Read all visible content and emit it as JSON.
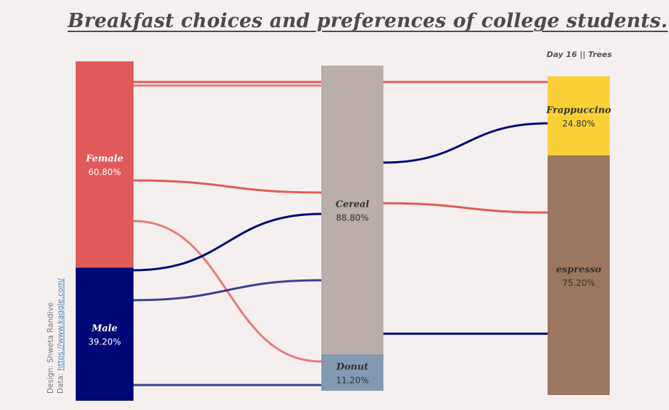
{
  "title": "Breakfast choices and preferences of college students.",
  "subtitle": "Day 16 || Trees",
  "credits": {
    "design_prefix": "Design: ",
    "designer": "Shweta Randive",
    "data_prefix": "Data: ",
    "data_link": "https://www.kaggle.com/"
  },
  "chart_data": {
    "type": "sankey",
    "nodes": [
      {
        "id": "female",
        "label": "Female",
        "value_label": "60.80%",
        "value": 60.8,
        "column": 0,
        "color": "#e05a5a",
        "text_color": "#ffffff"
      },
      {
        "id": "male",
        "label": "Male",
        "value_label": "39.20%",
        "value": 39.2,
        "column": 0,
        "color": "#000877",
        "text_color": "#ffffff"
      },
      {
        "id": "cereal",
        "label": "Cereal",
        "value_label": "88.80%",
        "value": 88.8,
        "column": 1,
        "color": "#b9aea9",
        "text_color": "#333333"
      },
      {
        "id": "donut",
        "label": "Donut",
        "value_label": "11.20%",
        "value": 11.2,
        "column": 1,
        "color": "#8299b0",
        "text_color": "#333333"
      },
      {
        "id": "frappuccino",
        "label": "Frappuccino",
        "value_label": "24.80%",
        "value": 24.8,
        "column": 2,
        "color": "#f9d136",
        "text_color": "#333333"
      },
      {
        "id": "espresso",
        "label": "espresso",
        "value_label": "75.20%",
        "value": 75.2,
        "column": 2,
        "color": "#9c7660",
        "text_color": "#333333"
      }
    ],
    "links": [
      {
        "source": "female",
        "target": "cereal",
        "color": "#e05a5a"
      },
      {
        "source": "female",
        "target": "cereal",
        "color": "#e87a7a"
      },
      {
        "source": "female",
        "target": "cereal",
        "color": "#e05a5a"
      },
      {
        "source": "female",
        "target": "donut",
        "color": "#e87a7a"
      },
      {
        "source": "male",
        "target": "cereal",
        "color": "#000877"
      },
      {
        "source": "male",
        "target": "cereal",
        "color": "#3a3f96"
      },
      {
        "source": "male",
        "target": "donut",
        "color": "#3a3f96"
      },
      {
        "source": "cereal",
        "target": "frappuccino",
        "color": "#e05a5a"
      },
      {
        "source": "cereal",
        "target": "frappuccino",
        "color": "#000877"
      },
      {
        "source": "cereal",
        "target": "espresso",
        "color": "#e05a5a"
      },
      {
        "source": "cereal",
        "target": "espresso",
        "color": "#000877"
      }
    ]
  }
}
